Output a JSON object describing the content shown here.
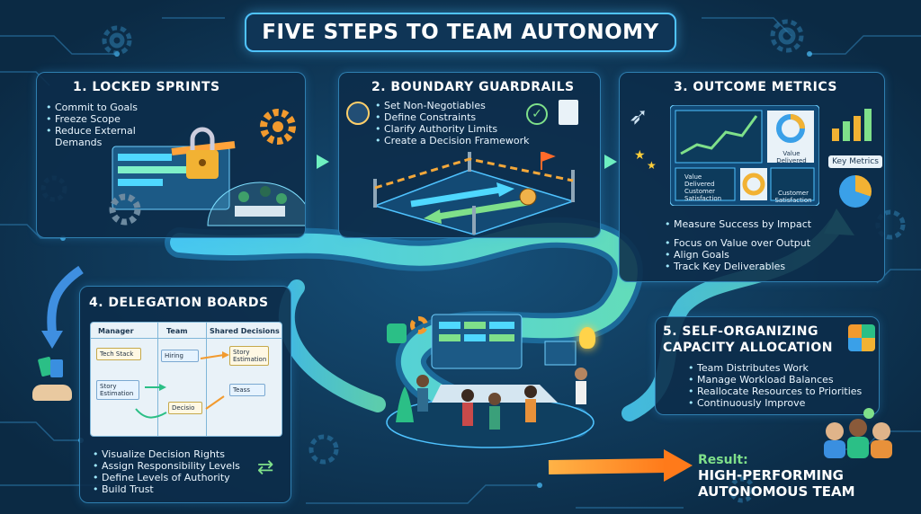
{
  "title": "FIVE STEPS TO TEAM AUTONOMY",
  "step1": {
    "title": "1. LOCKED SPRINTS",
    "items": [
      "Commit to Goals",
      "Freeze Scope",
      "Reduce External Demands"
    ]
  },
  "step2": {
    "title": "2. BOUNDARY GUARDRAILS",
    "items": [
      "Set Non-Negotiables",
      "Define Constraints",
      "Clarify Authority Limits",
      "Create a Decision Framework"
    ]
  },
  "step3": {
    "title": "3. OUTCOME METRICS",
    "dash_labels": {
      "value_delivered": "Value Delivered",
      "customer_satisfaction": "Customer Satisfaction",
      "value_delivered_2": "Value Delivered",
      "customer_satisfaction_2": "Customer Satisfaction",
      "key_metrics": "Key Metrics"
    },
    "items": [
      "Measure Success by Impact",
      "Focus on Value over Output",
      "Align Goals",
      "Track Key Deliverables"
    ]
  },
  "step4": {
    "title": "4. DELEGATION BOARDS",
    "columns": [
      "Manager",
      "Team",
      "Shared Decisions"
    ],
    "notes": [
      "Tech Stack",
      "Hiring",
      "Story Estimation",
      "Story Estimation",
      "Decisio",
      "Teass"
    ],
    "items": [
      "Visualize Decision Rights",
      "Assign Responsibility Levels",
      "Define Levels of Authority",
      "Build Trust"
    ]
  },
  "step5": {
    "title_line1": "5. SELF-ORGANIZING",
    "title_line2": "CAPACITY ALLOCATION",
    "items": [
      "Team Distributes Work",
      "Manage Workload Balances",
      "Reallocate Resources to Priorities",
      "Continuously Improve"
    ]
  },
  "result": {
    "label": "Result:",
    "line1": "HIGH-PERFORMING",
    "line2": "AUTONOMOUS TEAM"
  },
  "colors": {
    "bg": "#0b2a44",
    "accent": "#4fc3ff",
    "path": "#5fe0c8",
    "result": "#7fe08a",
    "arrow": "#ff9f2e"
  }
}
